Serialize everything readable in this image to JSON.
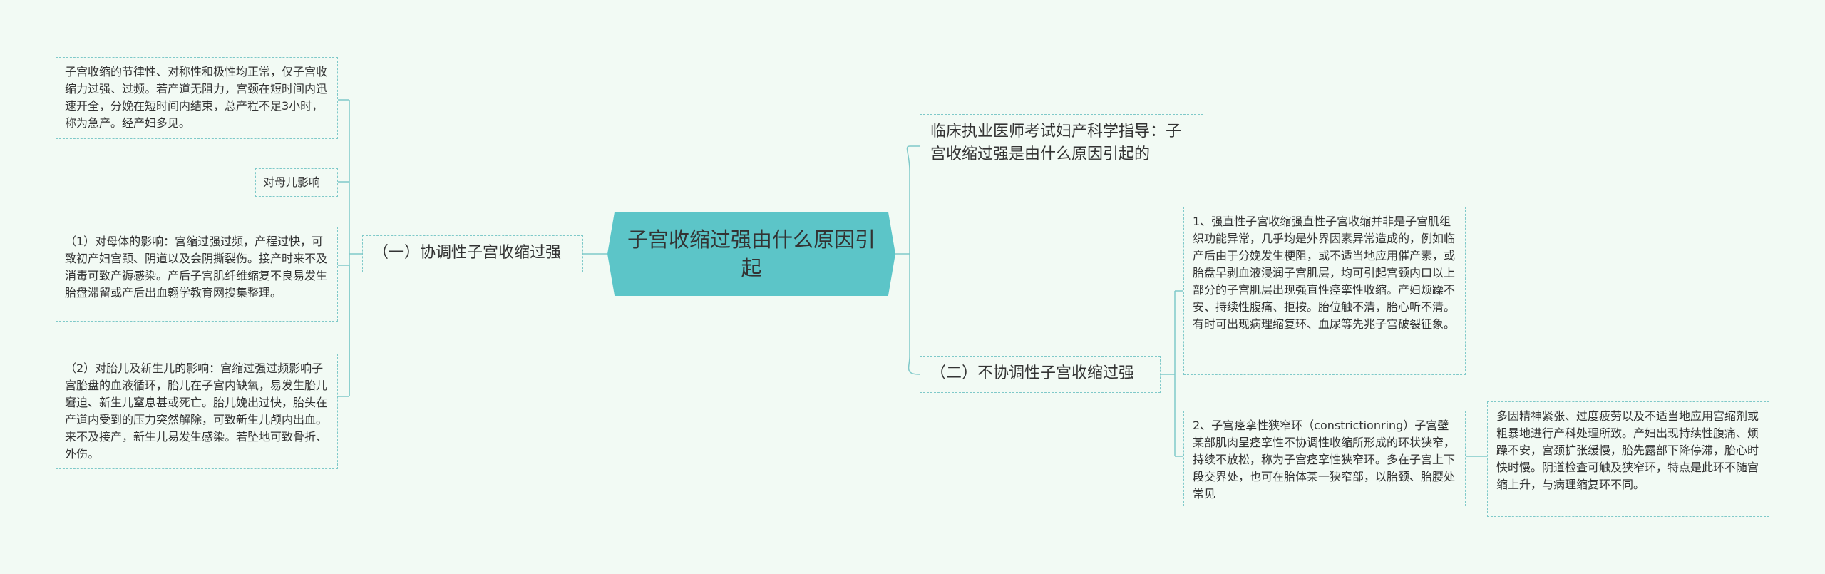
{
  "root": {
    "label": "子宫收缩过强由什么原因引起"
  },
  "branches": {
    "coordinated": {
      "label": "（一）协调性子宫收缩过强"
    },
    "uncoordinated": {
      "label": "（二）不协调性子宫收缩过强"
    },
    "guide": {
      "label": "临床执业医师考试妇产科学指导：子宫收缩过强是由什么原因引起的"
    }
  },
  "coordinated_children": {
    "definition": "子宫收缩的节律性、对称性和极性均正常，仅子宫收缩力过强、过频。若产道无阻力，宫颈在短时间内迅速开全，分娩在短时间内结束，总产程不足3小时，称为急产。经产妇多见。",
    "impact_label": "对母儿影响",
    "maternal": "（1）对母体的影响：宫缩过强过频，产程过快，可致初产妇宫颈、阴道以及会阴撕裂伤。接产时来不及消毒可致产褥感染。产后子宫肌纤维缩复不良易发生胎盘滞留或产后出血翱学教育网搜集整理。",
    "fetal": "（2）对胎儿及新生儿的影响：宫缩过强过频影响子宫胎盘的血液循环，胎儿在子宫内缺氧，易发生胎儿窘迫、新生儿窒息甚或死亡。胎儿娩出过快，胎头在产道内受到的压力突然解除，可致新生儿颅内出血。来不及接产，新生儿易发生感染。若坠地可致骨折、外伤。"
  },
  "uncoordinated_children": {
    "tetanic": "1、强直性子宫收缩强直性子宫收缩并非是子宫肌组织功能异常，几乎均是外界因素异常造成的，例如临产后由于分娩发生梗阻，或不适当地应用催产素，或胎盘早剥血液浸润子宫肌层，均可引起宫颈内口以上部分的子宫肌层出现强直性痉挛性收缩。产妇烦躁不安、持续性腹痛、拒按。胎位触不清，胎心听不清。有时可出现病理缩复环、血尿等先兆子宫破裂征象。",
    "constriction": "2、子宫痉挛性狭窄环（constrictionring）子宫壁某部肌肉呈痉挛性不协调性收缩所形成的环状狭窄，持续不放松，称为子宫痉挛性狭窄环。多在子宫上下段交界处，也可在胎体某一狭窄部，以胎颈、胎腰处常见",
    "constriction_cause": "多因精神紧张、过度疲劳以及不适当地应用宫缩剂或粗暴地进行产科处理所致。产妇出现持续性腹痛、烦躁不安，宫颈扩张缓慢，胎先露部下降停滞，胎心时快时慢。阴道检查可触及狭窄环，特点是此环不随宫缩上升，与病理缩复环不同。"
  },
  "colors": {
    "root_fill": "#5cc5c8",
    "line": "#7fc9c9",
    "background": "#f2faf4"
  }
}
